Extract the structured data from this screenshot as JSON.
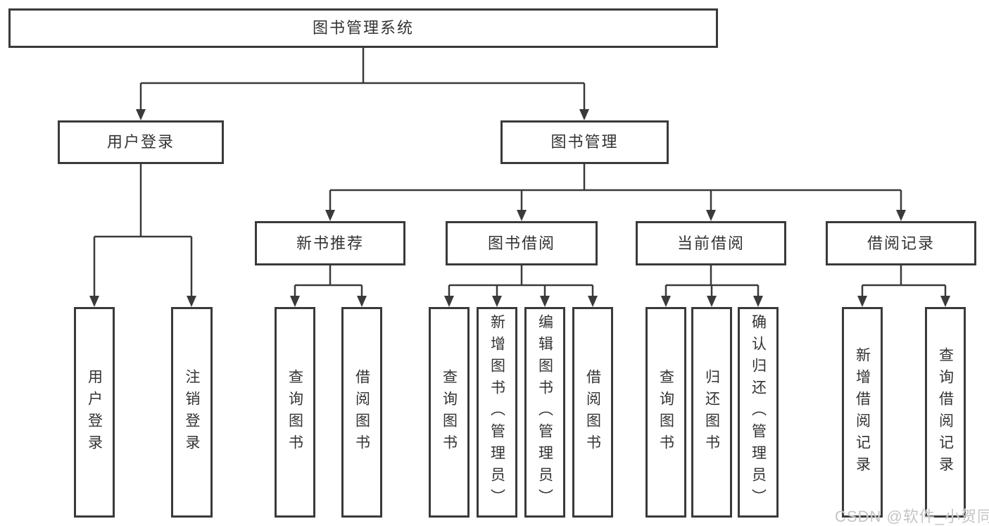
{
  "colors": {
    "background": "#ffffff",
    "line": "#3a3a3a",
    "box_border": "#3a3a3a",
    "text": "#333333",
    "watermark": "#c5c5c5"
  },
  "nodes": {
    "root": {
      "label": "图书管理系统"
    },
    "user_login": {
      "label": "用户登录"
    },
    "book_management": {
      "label": "图书管理"
    },
    "new_book_recommend": {
      "label": "新书推荐"
    },
    "book_borrowing": {
      "label": "图书借阅"
    },
    "current_borrowing": {
      "label": "当前借阅"
    },
    "borrowing_records": {
      "label": "借阅记录"
    },
    "leaf_user_login": {
      "label": "用户登录"
    },
    "leaf_logout": {
      "label": "注销登录"
    },
    "leaf_query_books_recommend": {
      "label": "查询图书"
    },
    "leaf_borrow_books_recommend": {
      "label": "借阅图书"
    },
    "leaf_query_books_borrowing": {
      "label": "查询图书"
    },
    "leaf_add_books_admin": {
      "label": "新增图书（管理员）"
    },
    "leaf_edit_books_admin": {
      "label": "编辑图书（管理员）"
    },
    "leaf_borrow_books_borrowing": {
      "label": "借阅图书"
    },
    "leaf_query_books_current": {
      "label": "查询图书"
    },
    "leaf_return_books": {
      "label": "归还图书"
    },
    "leaf_confirm_return_admin": {
      "label": "确认归还（管理员）"
    },
    "leaf_add_borrow_record": {
      "label": "新增借阅记录"
    },
    "leaf_query_borrow_record": {
      "label": "查询借阅记录"
    }
  },
  "watermark": {
    "text": "CSDN @软件_小贺同学"
  }
}
